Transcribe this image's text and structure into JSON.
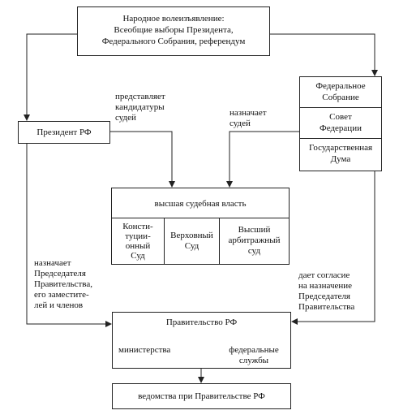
{
  "people": {
    "line1": "Народное волеизъявление:",
    "line2": "Всеобщие выборы Президента,",
    "line3": "Федерального Собрания, референдум"
  },
  "president": {
    "label": "Президент РФ"
  },
  "assembly": {
    "title1": "Федеральное",
    "title2": "Собрание",
    "council1": "Совет",
    "council2": "Федерации",
    "duma1": "Государственная",
    "duma2": "Дума"
  },
  "court": {
    "title": "высшая судебная власть",
    "const1": "Консти-",
    "const2": "туции-",
    "const3": "онный",
    "const4": "Суд",
    "supreme1": "Верховный",
    "supreme2": "Суд",
    "arb1": "Высший",
    "arb2": "арбитражный",
    "arb3": "суд"
  },
  "government": {
    "title": "Правительство РФ",
    "ministries": "министерства",
    "services1": "федеральные",
    "services2": "службы"
  },
  "agencies": {
    "label": "ведомства при Правительстве РФ"
  },
  "labels": {
    "presents1": "представляет",
    "presents2": "кандидатуры",
    "presents3": "судей",
    "appoints1": "назначает",
    "appoints2": "судей",
    "pm1": "назначает",
    "pm2": "Председателя",
    "pm3": "Правительства,",
    "pm4": "его заместите-",
    "pm5": "лей и членов",
    "consent1": "дает согласие",
    "consent2": "на назначение",
    "consent3": "Председателя",
    "consent4": "Правительства"
  }
}
